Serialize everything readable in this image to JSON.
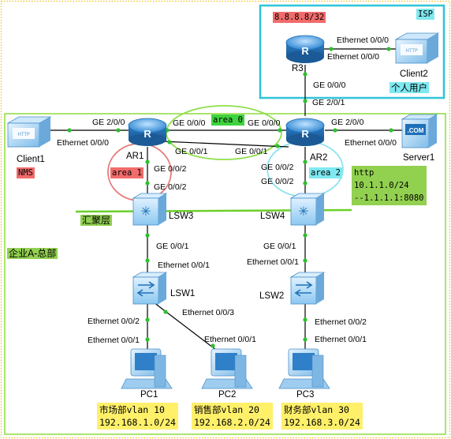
{
  "isp": {
    "name": "ISP",
    "public_ip": "8.8.8.8/32",
    "router_name": "R3",
    "r3_port_client2": "Ethernet 0/0/0",
    "client2_port": "Ethernet 0/0/0",
    "client2_name": "Client2",
    "r3_port_down": "GE 0/0/0",
    "personal_user": "个人用户"
  },
  "hq": {
    "name": "企业A-总部",
    "ar2_uplink_port": "GE 2/0/1",
    "ar1": {
      "name": "AR1",
      "port_client1": "GE 2/0/0",
      "port_ar2_top": "GE 0/0/0",
      "port_ar2_bottom": "GE 0/0/1",
      "port_down_1": "GE 0/0/2",
      "port_down_2": "GE 0/0/2",
      "area": "area 1"
    },
    "ar2": {
      "name": "AR2",
      "port_ar1_top": "GE 0/0/0",
      "port_ar1_bottom": "GE 0/0/1",
      "port_server": "GE 2/0/0",
      "port_down_1": "GE 0/0/2",
      "port_down_2": "GE 0/0/2",
      "area": "area 2"
    },
    "area0": "area 0",
    "client1": {
      "name": "Client1",
      "port": "Ethernet 0/0/0",
      "tag": "NMS"
    },
    "server1": {
      "name": "Server1",
      "port": "Ethernet 0/0/0"
    },
    "http_note": [
      "http",
      "10.1.1.0/24",
      "--1.1.1.1:8080"
    ],
    "aggregation_layer": "汇聚层",
    "lsw3": {
      "name": "LSW3",
      "port_down": "GE 0/0/1"
    },
    "lsw4": {
      "name": "LSW4",
      "port_down": "GE 0/0/1"
    },
    "lsw1": {
      "name": "LSW1",
      "port_up": "Ethernet 0/0/1",
      "port_pc1": "Ethernet 0/0/2",
      "port_pc2": "Ethernet 0/0/3"
    },
    "lsw2": {
      "name": "LSW2",
      "port_up": "Ethernet 0/0/1",
      "port_pc3": "Ethernet 0/0/2"
    },
    "pc1": {
      "name": "PC1",
      "port": "Ethernet 0/0/1",
      "dept": "市场部vlan 10",
      "subnet": "192.168.1.0/24"
    },
    "pc2": {
      "name": "PC2",
      "port": "Ethernet 0/0/1",
      "dept": "销售部vlan 20",
      "subnet": "192.168.2.0/24"
    },
    "pc3": {
      "name": "PC3",
      "port": "Ethernet 0/0/1",
      "dept": "财务部vlan 30",
      "subnet": "192.168.3.0/24"
    }
  },
  "colors": {
    "isp_border": "#2fc4d8",
    "hq_border": "#8fdc3c",
    "dotted_border": "#f3c020",
    "link": "#000000",
    "link_dot": "#2fbf2f",
    "router": "#3b8fd6"
  }
}
